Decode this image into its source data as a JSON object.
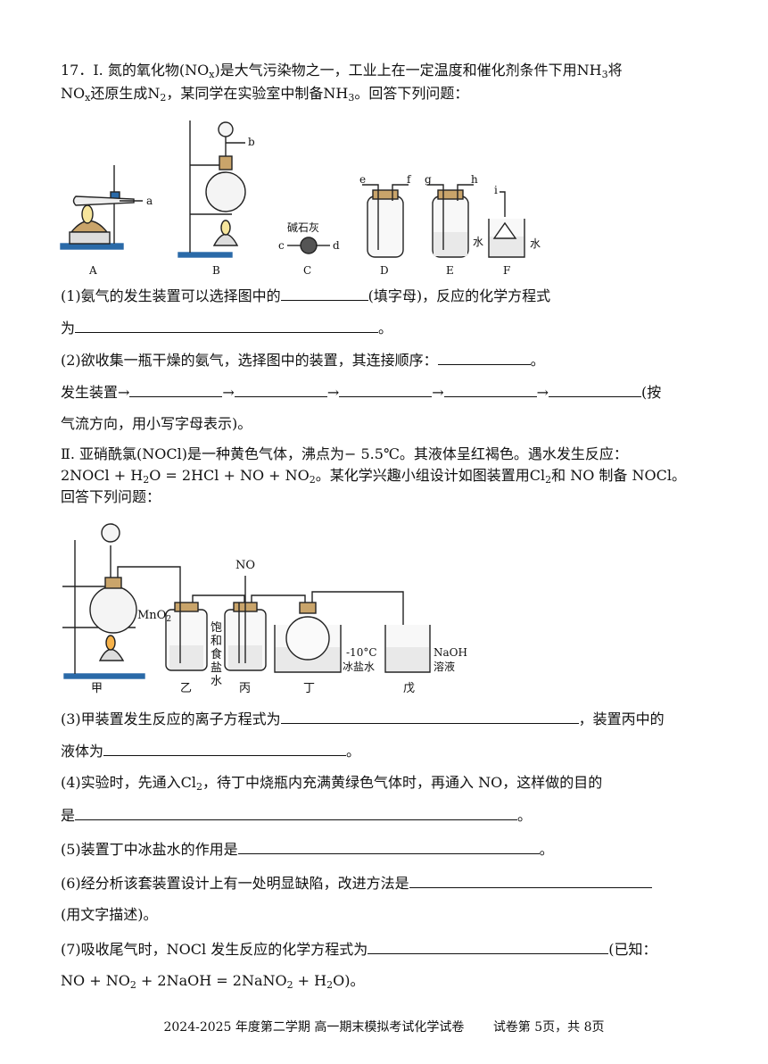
{
  "q17": {
    "part1_head": "17．Ⅰ. 氮的氧化物(NO",
    "part1_head_sub": "x",
    "part1_head_tail": ")是大气污染物之一，工业上在一定温度和催化剂条件下用NH",
    "part1_head_sub2": "3",
    "part1_head_end": "将",
    "part1_line2_a": "NO",
    "part1_line2_sub": "x",
    "part1_line2_b": "还原生成N",
    "part1_line2_sub2": "2",
    "part1_line2_c": "，某同学在实验室中制备NH",
    "part1_line2_sub3": "3",
    "part1_line2_d": "。回答下列问题：",
    "fig1": {
      "labels": [
        "A",
        "B",
        "C",
        "D",
        "E",
        "F"
      ],
      "ports": [
        "a",
        "b",
        "c",
        "d",
        "e",
        "f",
        "g",
        "h",
        "i"
      ],
      "soda_lime": "碱石灰",
      "water": "水"
    },
    "q1_a": "(1)氨气的发生装置可以选择图中的",
    "q1_b": "(填字母)，反应的化学方程式",
    "q1_c": "为",
    "q1_end": "。",
    "q2_a": "(2)欲收集一瓶干燥的氨气，选择图中的装置，其连接顺序：",
    "q2_end": "。",
    "q2_b": "发生装置→",
    "arrow": "→",
    "q2_c": "(按",
    "q2_d": "气流方向，用小写字母表示)。",
    "part2_a": "Ⅱ. 亚硝酰氯(NOCl)是一种黄色气体，沸点为− 5.5℃。其液体呈红褐色。遇水发生反应：",
    "part2_b": "2NOCl + H",
    "part2_b_sub": "2",
    "part2_b2": "O = 2HCl + NO + NO",
    "part2_b_sub2": "2",
    "part2_b3": "。某化学兴趣小组设计如图装置用Cl",
    "part2_b_sub3": "2",
    "part2_b4": "和 NO 制备 NOCl。",
    "part2_c": "回答下列问题：",
    "fig2": {
      "labels": [
        "甲",
        "乙",
        "丙",
        "丁",
        "戊"
      ],
      "mno2": "MnO",
      "mno2_sub": "2",
      "no": "NO",
      "saturated_brine": [
        "饱",
        "和",
        "食",
        "盐",
        "水"
      ],
      "ice_temp": "-10°C",
      "ice_water": "冰盐水",
      "naoh": "NaOH",
      "solution": "溶液"
    },
    "q3_a": "(3)甲装置发生反应的离子方程式为",
    "q3_b": "，装置丙中的",
    "q3_c": "液体为",
    "q3_end": "。",
    "q4_a": "(4)实验时，先通入Cl",
    "q4_sub": "2",
    "q4_b": "，待丁中烧瓶内充满黄绿色气体时，再通入 NO，这样做的目的",
    "q4_c": "是",
    "q4_end": "。",
    "q5_a": "(5)装置丁中冰盐水的作用是",
    "q5_end": "。",
    "q6_a": "(6)经分析该套装置设计上有一处明显缺陷，改进方法是",
    "q6_b": "(用文字描述)。",
    "q7_a": "(7)吸收尾气时，NOCl 发生反应的化学方程式为",
    "q7_b": "(已知：",
    "q7_c": "NO + NO",
    "q7_c_sub": "2",
    "q7_c2": " + 2NaOH = 2NaNO",
    "q7_c_sub2": "2",
    "q7_c3": " + H",
    "q7_c_sub3": "2",
    "q7_c4": "O)。"
  },
  "footer": {
    "exam": "2024-2025 年度第二学期  高一期末模拟考试化学试卷",
    "page": "试卷第 5页，共 8页"
  }
}
